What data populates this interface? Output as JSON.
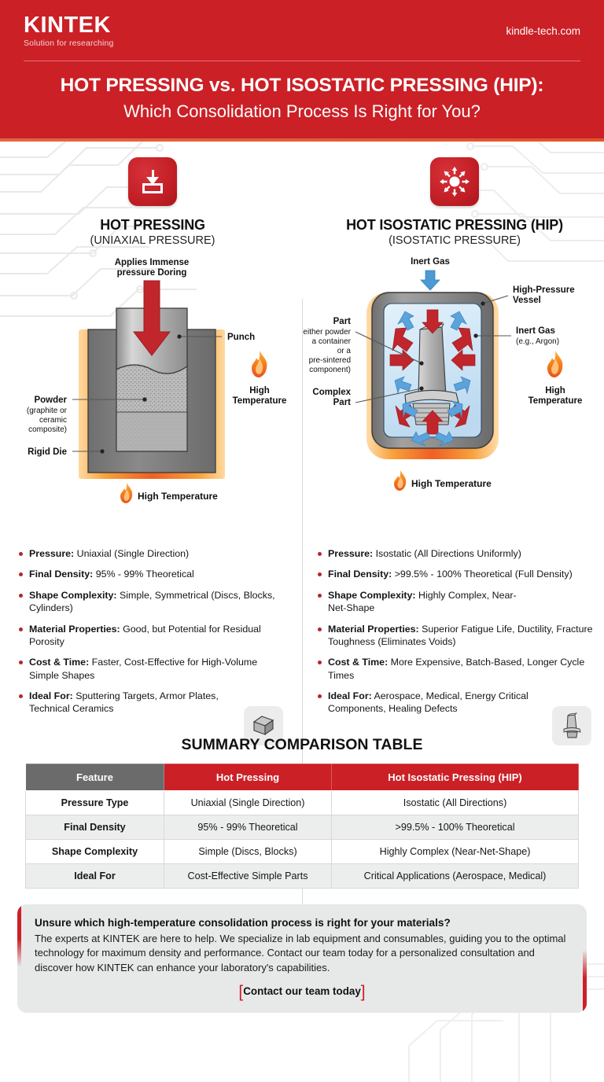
{
  "header": {
    "logo_name": "KINTEK",
    "logo_tagline": "Solution for researching",
    "site_url": "kindle-tech.com",
    "title": "HOT PRESSING vs. HOT ISOSTATIC PRESSING (HIP):",
    "subtitle": "Which Consolidation Process Is Right for You?",
    "brand_color": "#cb2026"
  },
  "left_column": {
    "icon": "down-arrow-into-plate-icon",
    "title": "HOT PRESSING",
    "subtitle": "(UNIAXIAL PRESSURE)",
    "diagram": {
      "force_label_line1": "Applies Immense",
      "force_label_line2": "pressure Doring",
      "punch_label": "Punch",
      "powder_label": "Powder",
      "powder_sub_line1": "(graphite or",
      "powder_sub_line2": "ceramic",
      "powder_sub_line3": "composite)",
      "die_label": "Rigid Die",
      "side_heat_line1": "High",
      "side_heat_line2": "Temperature",
      "bottom_heat": "High Temperature"
    },
    "bullets": [
      {
        "label": "Pressure:",
        "value": " Uniaxial (Single Direction)"
      },
      {
        "label": "Final Density:",
        "value": " 95% - 99% Theoretical"
      },
      {
        "label": "Shape Complexity:",
        "value": " Simple, Symmetrical (Discs, Blocks, Cylinders)"
      },
      {
        "label": "Material Properties:",
        "value": " Good, but Potential for Residual Porosity"
      },
      {
        "label": "Cost & Time:",
        "value": " Faster, Cost-Effective for High-Volume Simple Shapes"
      },
      {
        "label": "Ideal For:",
        "value": " Sputtering Targets, Armor Plates, Technical Ceramics"
      }
    ],
    "chip_icon": "cube-block-icon"
  },
  "right_column": {
    "icon": "inward-arrows-isostatic-icon",
    "title": "HOT ISOSTATIC PRESSING (HIP)",
    "subtitle": "(ISOSTATIC PRESSURE)",
    "diagram": {
      "inert_gas_top": "Inert Gas",
      "vessel_label_line1": "High-Pressure",
      "vessel_label_line2": "Vessel",
      "inert_gas_right": "Inert Gas",
      "inert_gas_right_sub": "(e.g., Argon)",
      "part_label": "Part",
      "part_sub_line1": "(either powder",
      "part_sub_line2": "a container",
      "part_sub_line3": "or a",
      "part_sub_line4": "pre-sintered",
      "part_sub_line5": "component)",
      "complex_part_line1": "Complex",
      "complex_part_line2": "Part",
      "side_heat_line1": "High",
      "side_heat_line2": "Temperature",
      "bottom_heat": "High Temperature"
    },
    "bullets": [
      {
        "label": "Pressure:",
        "value": " Isostatic (All Directions Uniformly)"
      },
      {
        "label": "Final Density:",
        "value": " >99.5% - 100% Theoretical (Full Density)"
      },
      {
        "label": "Shape Complexity:",
        "value": " Highly Complex, Near-Net-Shape"
      },
      {
        "label": "Material Properties:",
        "value": " Superior Fatigue Life, Ductility, Fracture Toughness (Eliminates Voids)"
      },
      {
        "label": "Cost & Time:",
        "value": " More Expensive, Batch-Based, Longer Cycle Times"
      },
      {
        "label": "Ideal For:",
        "value": " Aerospace, Medical, Energy Critical Components, Healing Defects"
      }
    ],
    "chip_icon": "turbine-blade-icon"
  },
  "table": {
    "title": "SUMMARY COMPARISON TABLE",
    "headers": [
      "Feature",
      "Hot Pressing",
      "Hot Isostatic Pressing (HIP)"
    ],
    "rows": [
      [
        "Pressure Type",
        "Uniaxial (Single Direction)",
        "Isostatic (All Directions)"
      ],
      [
        "Final Density",
        "95% - 99% Theoretical",
        ">99.5% - 100% Theoretical"
      ],
      [
        "Shape Complexity",
        "Simple (Discs, Blocks)",
        "Highly Complex (Near-Net-Shape)"
      ],
      [
        "Ideal For",
        "Cost-Effective Simple Parts",
        "Critical Applications (Aerospace, Medical)"
      ]
    ]
  },
  "cta": {
    "headline": "Unsure which high-temperature consolidation process is right for your materials?",
    "body": "The experts at KINTEK are here to help. We specialize in lab equipment and consumables, guiding you to the optimal technology for maximum density and performance. Contact our team today for a personalized consultation and discover how KINTEK can enhance your laboratory's capabilities.",
    "button_label": "Contact our team today"
  }
}
